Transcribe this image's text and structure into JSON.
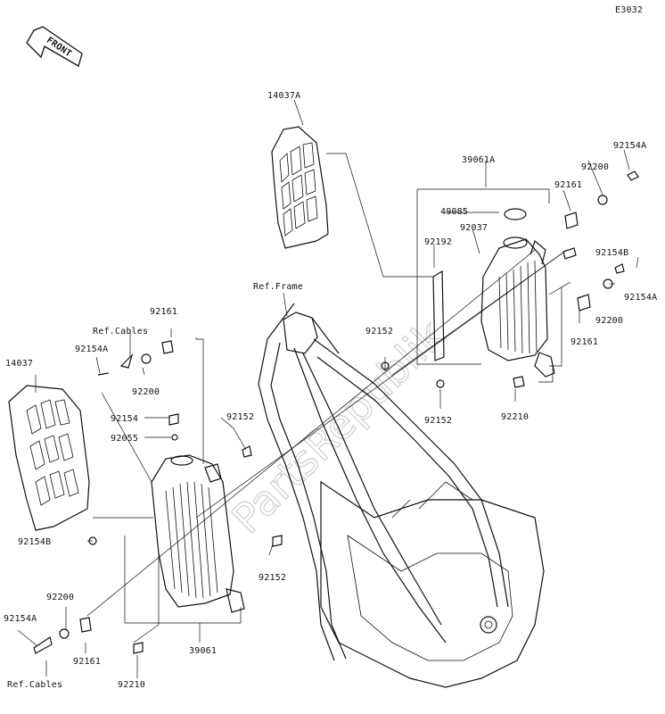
{
  "diagram_code": "E3032",
  "front_label": "FRONT",
  "watermark": "PartsRepublik",
  "labels": {
    "l_14037A": "14037A",
    "l_39061A": "39061A",
    "l_49085": "49085",
    "l_92037": "92037",
    "l_92192": "92192",
    "l_92200_top": "92200",
    "l_92161_top": "92161",
    "l_92154A_top": "92154A",
    "l_92154B_right": "92154B",
    "l_92154A_right": "92154A",
    "l_92200_right": "92200",
    "l_92161_right": "92161",
    "l_92152_c1": "92152",
    "l_92152_c2": "92152",
    "l_92210_right": "92210",
    "l_ref_frame": "Ref.Frame",
    "l_ref_cables_top": "Ref.Cables",
    "l_92161_left": "92161",
    "l_92154A_left": "92154A",
    "l_92200_left": "92200",
    "l_14037": "14037",
    "l_92154": "92154",
    "l_92055": "92055",
    "l_92152_left1": "92152",
    "l_92154B_left": "92154B",
    "l_92152_left2": "92152",
    "l_92200_bot": "92200",
    "l_92154A_bot": "92154A",
    "l_92161_bot": "92161",
    "l_39061": "39061",
    "l_ref_cables_bot": "Ref.Cables",
    "l_92210_bot": "92210"
  }
}
